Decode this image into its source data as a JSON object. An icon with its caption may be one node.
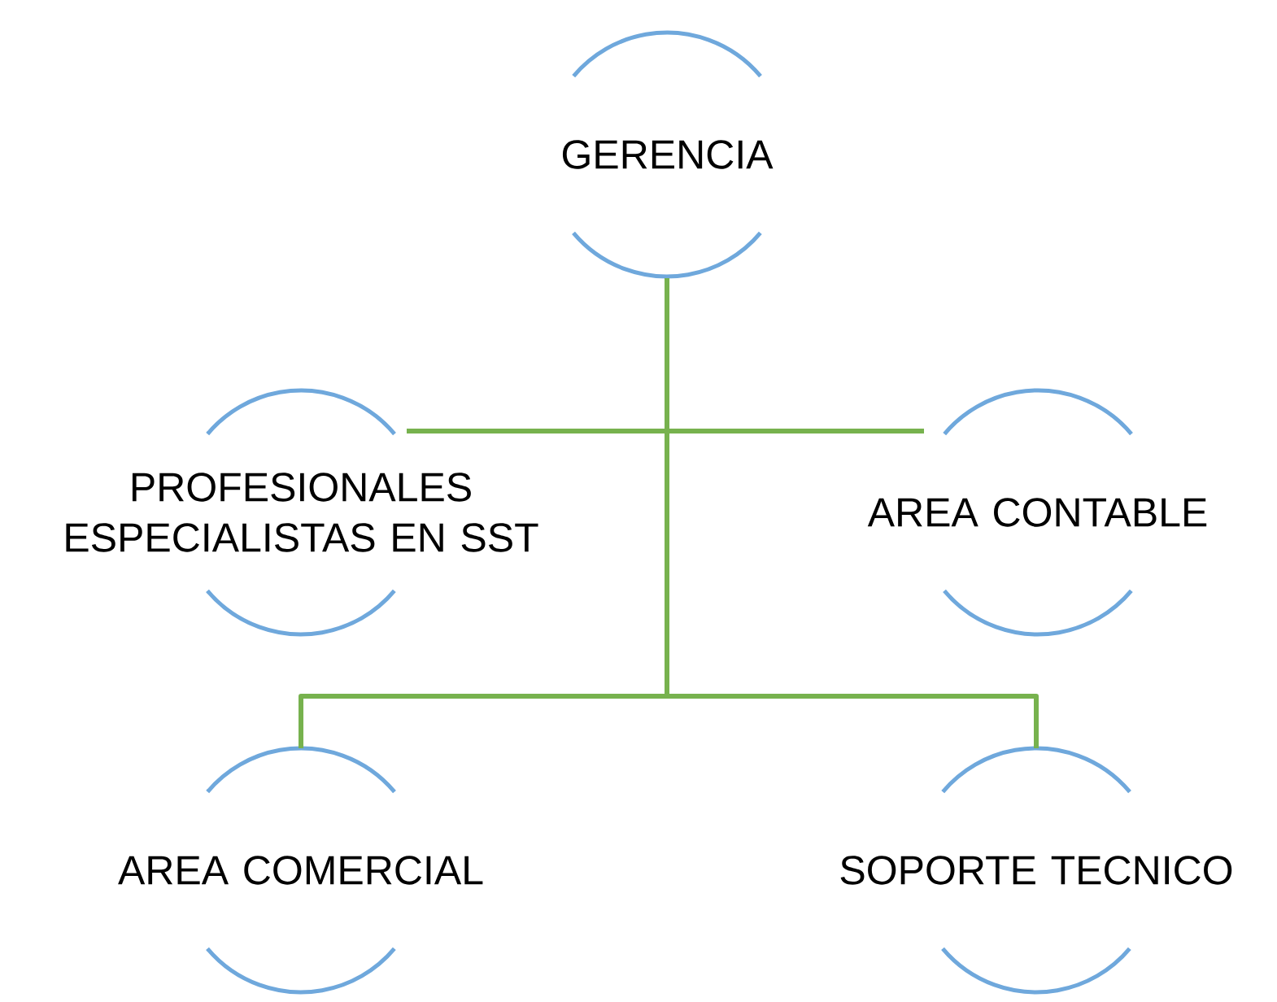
{
  "diagram": {
    "nodes": [
      {
        "text": [
          "GERENCIA"
        ]
      },
      {
        "text": [
          "PROFESIONALES ESPECIALISTAS EN SST"
        ]
      },
      {
        "text": [
          "AREA CONTABLE"
        ]
      },
      {
        "text": [
          "AREA COMERCIAL"
        ]
      },
      {
        "text": [
          "SOPORTE TECNICO"
        ]
      }
    ],
    "edges": [
      {
        "from": 0,
        "to": 1,
        "arrow": "none"
      },
      {
        "from": 0,
        "to": 2,
        "arrow": "none"
      },
      {
        "from": 0,
        "to": 3,
        "arrow": "none"
      },
      {
        "from": 0,
        "to": 4,
        "arrow": "none"
      }
    ]
  }
}
